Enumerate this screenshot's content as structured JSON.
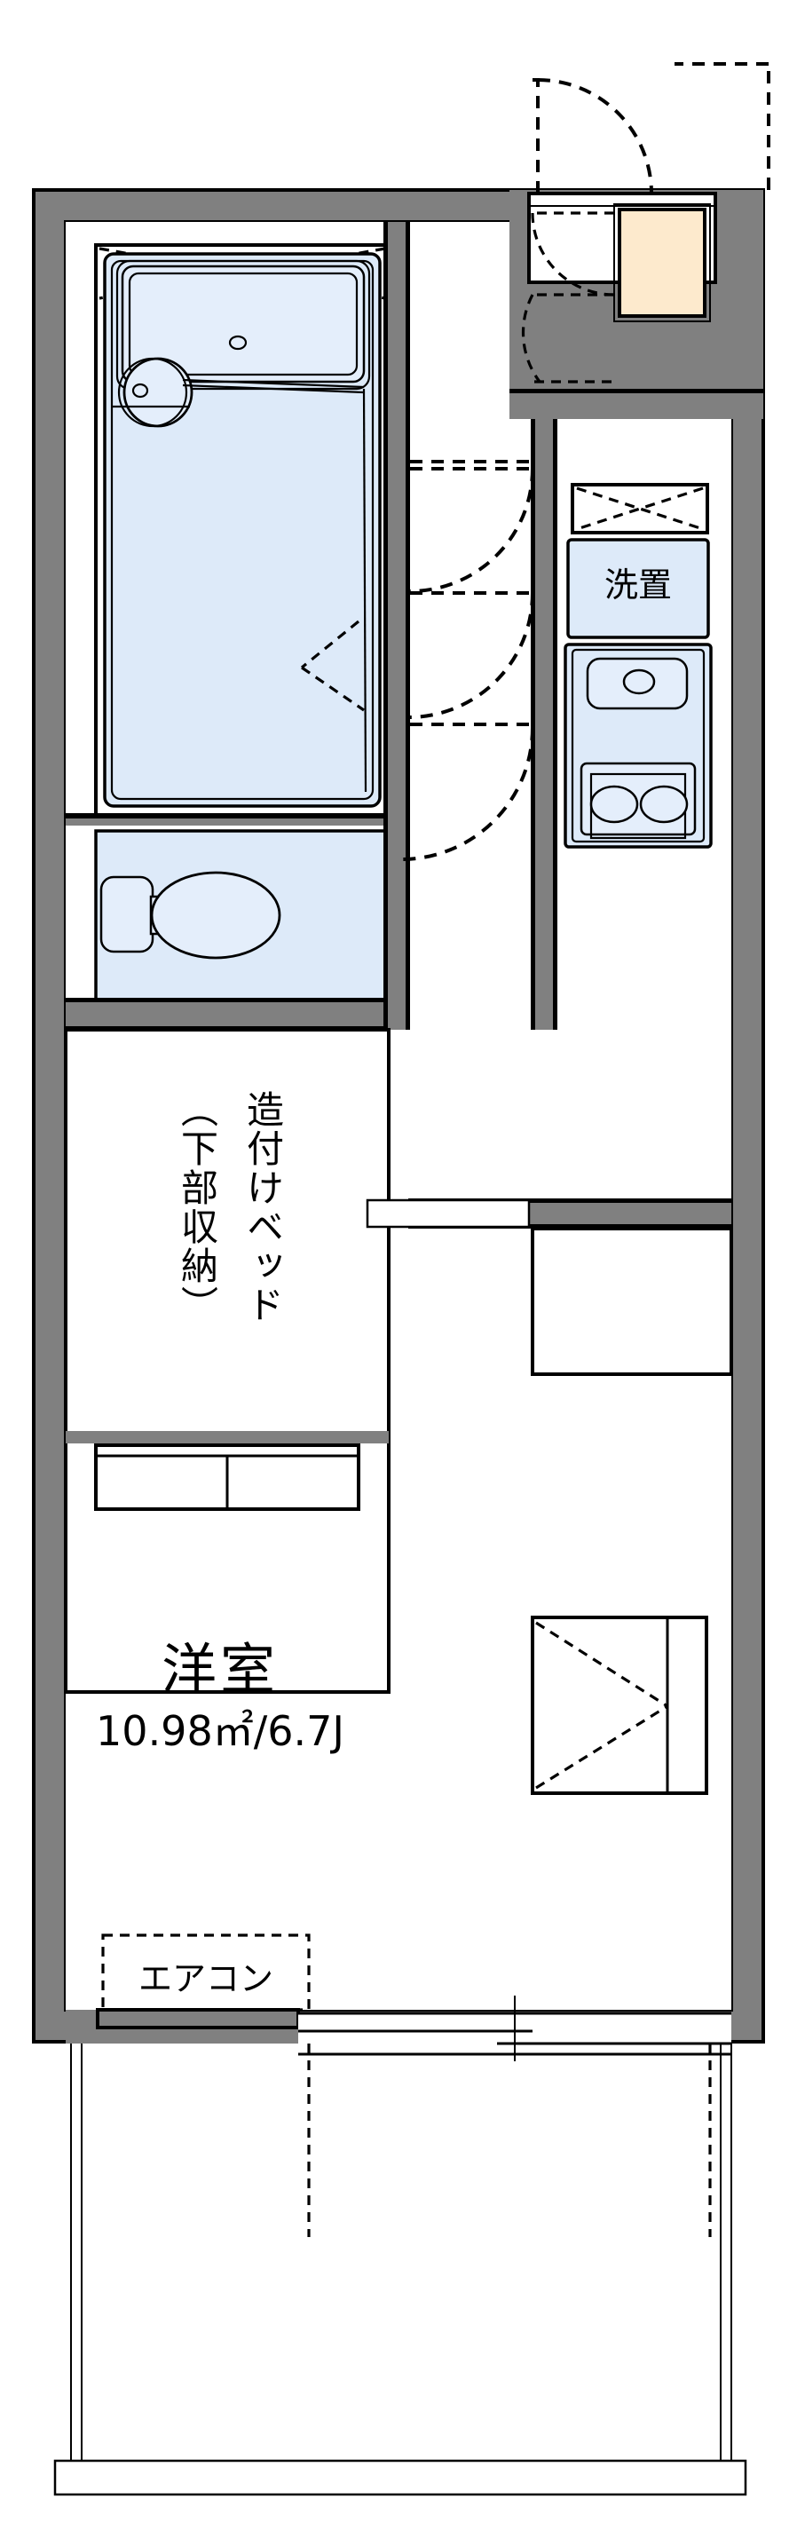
{
  "plan": {
    "title": "1K apartment floor plan",
    "rooms": [
      {
        "name": "main-room",
        "label": "洋室",
        "area_label": "10.98㎡/6.7J",
        "area_sqm": "10.98",
        "area_jo": "6.7"
      },
      {
        "name": "washer-space",
        "label": "洗置"
      },
      {
        "name": "built-in-bed",
        "label_line1": "造付けベッド",
        "label_line2": "（下部収納）"
      },
      {
        "name": "air-conditioner",
        "label": "エアコン"
      }
    ],
    "fixtures": [
      {
        "name": "bathtub",
        "icon": "bathtub-icon"
      },
      {
        "name": "bathroom-sink",
        "icon": "round-basin-icon"
      },
      {
        "name": "toilet",
        "icon": "toilet-icon"
      },
      {
        "name": "kitchen-sink",
        "icon": "sink-icon"
      },
      {
        "name": "stove",
        "icon": "two-burner-stove-icon"
      },
      {
        "name": "shoe-box",
        "icon": "shoe-cabinet-icon"
      },
      {
        "name": "entrance-door",
        "icon": "swing-door-icon"
      },
      {
        "name": "balcony",
        "icon": "balcony-icon"
      },
      {
        "name": "sliding-window",
        "icon": "sliding-door-icon"
      },
      {
        "name": "closet",
        "icon": "closet-icon"
      }
    ],
    "colors": {
      "wall": "#808080",
      "fixture_blue": "#ddeaf9",
      "entry_cream": "#fdeacd",
      "line": "#000000",
      "background": "#ffffff"
    }
  }
}
